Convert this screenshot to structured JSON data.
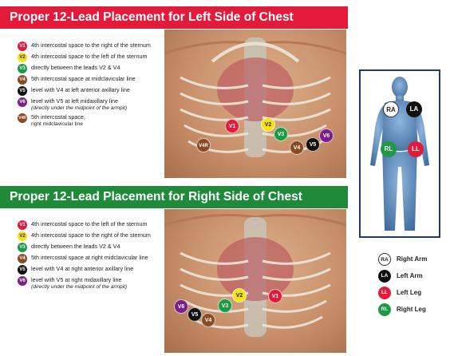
{
  "colors": {
    "v1": "#e31b3b",
    "v2": "#f7e11a",
    "v3": "#1e9a45",
    "v4": "#8a4a22",
    "v5": "#111111",
    "v6": "#7a1f86",
    "v4r": "#8a4a22",
    "ra": "#ffffff",
    "la": "#111111",
    "ll": "#e31b3b",
    "rl": "#1e9a45"
  },
  "left_section": {
    "title": "Proper 12-Lead Placement for Left Side of Chest",
    "items": [
      {
        "code": "V1",
        "text": "4th intercostal space to the right of the sternum"
      },
      {
        "code": "V2",
        "text": "4th intercostal space to the left of the sternum"
      },
      {
        "code": "V3",
        "text": "directly between the leads V2 & V4"
      },
      {
        "code": "V4",
        "text": "5th intercostal space at midclavicular line"
      },
      {
        "code": "V5",
        "text": "level with V4 at left anterior axillary line"
      },
      {
        "code": "V6",
        "text": "level with V5 at left midaxillary line",
        "sub": "(directly under the midpoint of the armpit)"
      },
      {
        "code": "V4R",
        "text": "5th intercostal space,",
        "sub": "right midclavicular line"
      }
    ]
  },
  "right_section": {
    "title": "Proper 12-Lead Placement for Right Side of Chest",
    "items": [
      {
        "code": "V1",
        "text": "4th intercostal space to the left of the sternum"
      },
      {
        "code": "V2",
        "text": "4th intercostal space to the right of the sternum"
      },
      {
        "code": "V3",
        "text": "directly between the leads V2 & V4"
      },
      {
        "code": "V4",
        "text": "5th intercostal space at right midclavicular line"
      },
      {
        "code": "V5",
        "text": "level with V4 at right anterior axillary line"
      },
      {
        "code": "V6",
        "text": "level with V5 at right midaxillary line",
        "sub": "(directly under the midpoint of the armpit)"
      }
    ]
  },
  "limb_leads": [
    {
      "code": "RA",
      "label": "Right Arm"
    },
    {
      "code": "LA",
      "label": "Left Arm"
    },
    {
      "code": "LL",
      "label": "Left Leg"
    },
    {
      "code": "RL",
      "label": "Right Leg"
    }
  ]
}
